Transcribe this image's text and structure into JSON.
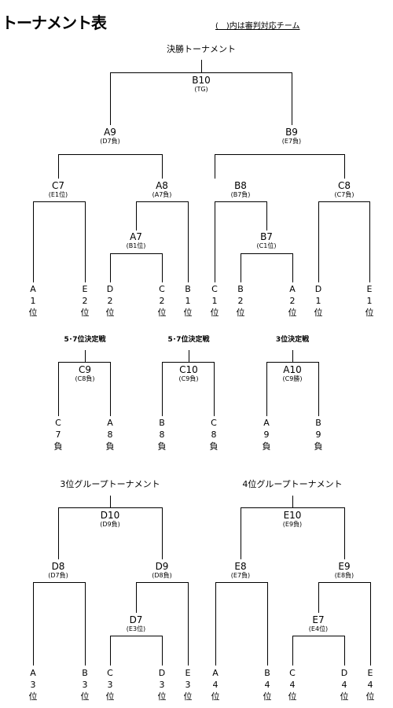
{
  "page": {
    "title": "トーナメント表",
    "legend": "(　)内は審判対応チーム"
  },
  "sections": {
    "final": "決勝トーナメント",
    "p57a": "5･7位決定戦",
    "p57b": "5･7位決定戦",
    "p3": "3位決定戦",
    "g3": "3位グループトーナメント",
    "g4": "4位グループトーナメント"
  },
  "matches": {
    "B10": {
      "id": "B10",
      "ref": "(TG)"
    },
    "A9": {
      "id": "A9",
      "ref": "(D7負)"
    },
    "B9": {
      "id": "B9",
      "ref": "(E7負)"
    },
    "C7": {
      "id": "C7",
      "ref": "(E1位)"
    },
    "A8": {
      "id": "A8",
      "ref": "(A7負)"
    },
    "B8": {
      "id": "B8",
      "ref": "(B7負)"
    },
    "C8": {
      "id": "C8",
      "ref": "(C7負)"
    },
    "A7": {
      "id": "A7",
      "ref": "(B1位)"
    },
    "B7": {
      "id": "B7",
      "ref": "(C1位)"
    },
    "C9": {
      "id": "C9",
      "ref": "(C8負)"
    },
    "C10": {
      "id": "C10",
      "ref": "(C9負)"
    },
    "A10": {
      "id": "A10",
      "ref": "(C9勝)"
    },
    "D10": {
      "id": "D10",
      "ref": "(D9負)"
    },
    "D8": {
      "id": "D8",
      "ref": "(D7負)"
    },
    "D9": {
      "id": "D9",
      "ref": "(D8負)"
    },
    "D7": {
      "id": "D7",
      "ref": "(E3位)"
    },
    "E10": {
      "id": "E10",
      "ref": "(E9負)"
    },
    "E8": {
      "id": "E8",
      "ref": "(E7負)"
    },
    "E9": {
      "id": "E9",
      "ref": "(E8負)"
    },
    "E7": {
      "id": "E7",
      "ref": "(E4位)"
    }
  },
  "leaves": {
    "final": [
      [
        "A",
        "1",
        "位"
      ],
      [
        "E",
        "2",
        "位"
      ],
      [
        "D",
        "2",
        "位"
      ],
      [
        "C",
        "2",
        "位"
      ],
      [
        "B",
        "1",
        "位"
      ],
      [
        "C",
        "1",
        "位"
      ],
      [
        "B",
        "2",
        "位"
      ],
      [
        "A",
        "2",
        "位"
      ],
      [
        "D",
        "1",
        "位"
      ],
      [
        "E",
        "1",
        "位"
      ]
    ],
    "p57a": [
      [
        "C",
        "7",
        "負"
      ],
      [
        "A",
        "8",
        "負"
      ]
    ],
    "p57b": [
      [
        "B",
        "8",
        "負"
      ],
      [
        "C",
        "8",
        "負"
      ]
    ],
    "p3": [
      [
        "A",
        "9",
        "負"
      ],
      [
        "B",
        "9",
        "負"
      ]
    ],
    "g3": [
      [
        "A",
        "3",
        "位"
      ],
      [
        "B",
        "3",
        "位"
      ],
      [
        "C",
        "3",
        "位"
      ],
      [
        "D",
        "3",
        "位"
      ],
      [
        "E",
        "3",
        "位"
      ]
    ],
    "g4": [
      [
        "A",
        "4",
        "位"
      ],
      [
        "B",
        "4",
        "位"
      ],
      [
        "C",
        "4",
        "位"
      ],
      [
        "D",
        "4",
        "位"
      ],
      [
        "E",
        "4",
        "位"
      ]
    ]
  }
}
